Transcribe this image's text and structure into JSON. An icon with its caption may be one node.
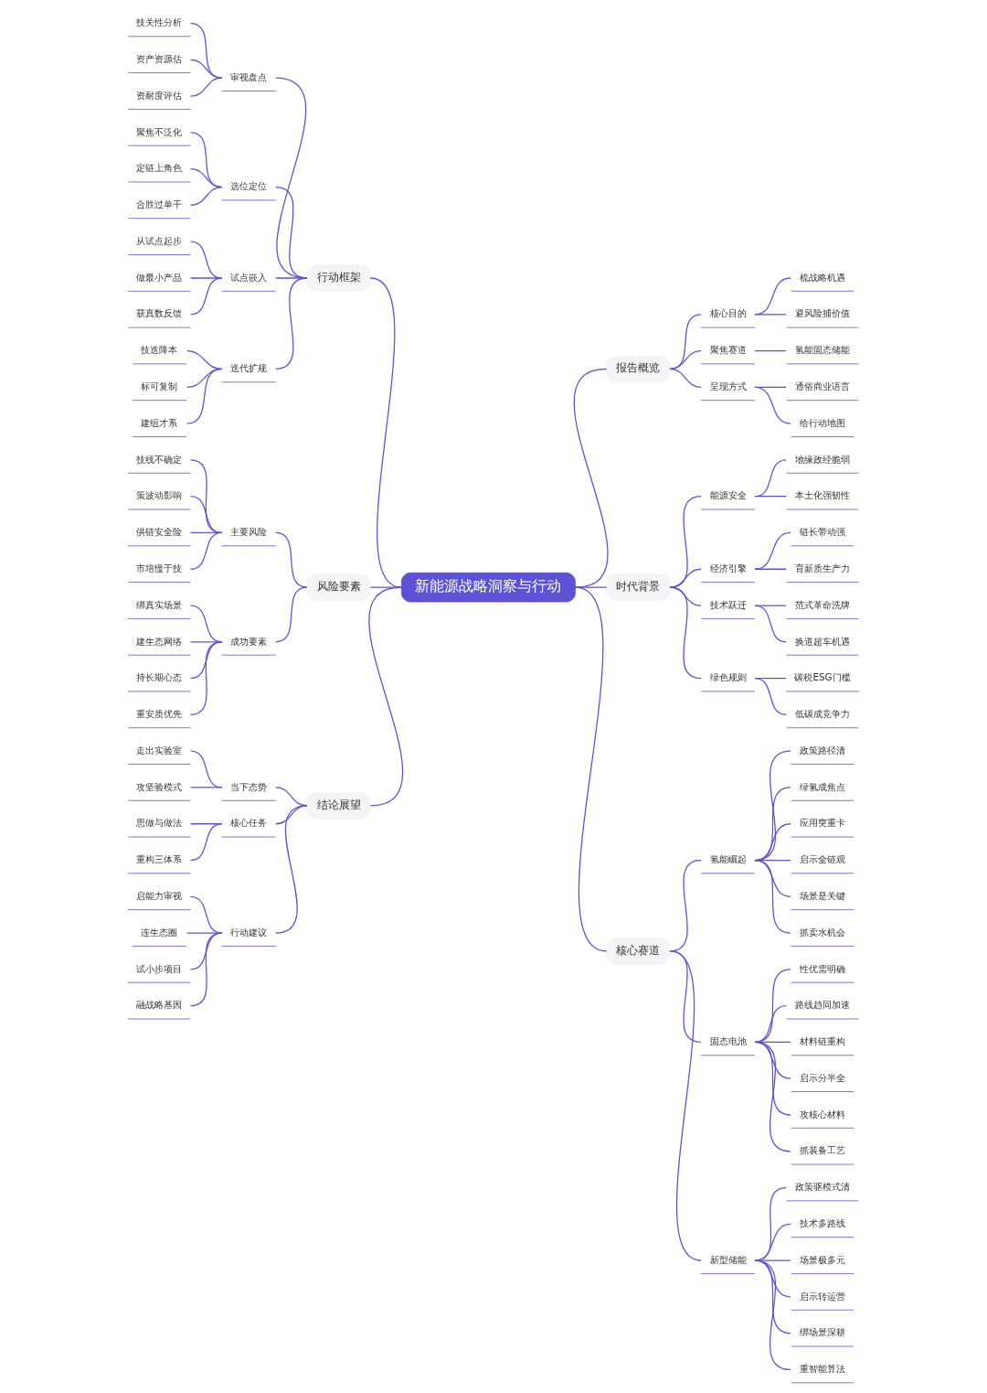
{
  "diagram": {
    "nodes": [
      {
        "text": [
          "新能源战略洞察与行动"
        ]
      },
      {
        "text": [
          "行动框架"
        ]
      },
      {
        "text": [
          "审视盘点"
        ]
      },
      {
        "text": [
          "技关性分析"
        ]
      },
      {
        "text": [
          "资产资源估"
        ]
      },
      {
        "text": [
          "资耐度评估"
        ]
      },
      {
        "text": [
          "选位定位"
        ]
      },
      {
        "text": [
          "聚焦不泛化"
        ]
      },
      {
        "text": [
          "定链上角色"
        ]
      },
      {
        "text": [
          "合胜过单干"
        ]
      },
      {
        "text": [
          "试点嵌入"
        ]
      },
      {
        "text": [
          "从试点起步"
        ]
      },
      {
        "text": [
          "做最小产品"
        ]
      },
      {
        "text": [
          "获真数反馈"
        ]
      },
      {
        "text": [
          "迭代扩规"
        ]
      },
      {
        "text": [
          "技迭降本"
        ]
      },
      {
        "text": [
          "标可复制"
        ]
      },
      {
        "text": [
          "建组才系"
        ]
      },
      {
        "text": [
          "风险要素"
        ]
      },
      {
        "text": [
          "主要风险"
        ]
      },
      {
        "text": [
          "技线不确定"
        ]
      },
      {
        "text": [
          "策波动影响"
        ]
      },
      {
        "text": [
          "供链安全险"
        ]
      },
      {
        "text": [
          "市培慢于技"
        ]
      },
      {
        "text": [
          "成功要素"
        ]
      },
      {
        "text": [
          "绑真实场景"
        ]
      },
      {
        "text": [
          "建生态网络"
        ]
      },
      {
        "text": [
          "持长期心态"
        ]
      },
      {
        "text": [
          "重安质优先"
        ]
      },
      {
        "text": [
          "结论展望"
        ]
      },
      {
        "text": [
          "当下态势"
        ]
      },
      {
        "text": [
          "走出实验室"
        ]
      },
      {
        "text": [
          "攻坚验模式"
        ]
      },
      {
        "text": [
          "核心任务"
        ]
      },
      {
        "text": [
          "思做与做法"
        ]
      },
      {
        "text": [
          "重构三体系"
        ]
      },
      {
        "text": [
          "行动建议"
        ]
      },
      {
        "text": [
          "启能力审视"
        ]
      },
      {
        "text": [
          "连生态圈"
        ]
      },
      {
        "text": [
          "试小步项目"
        ]
      },
      {
        "text": [
          "融战略基因"
        ]
      },
      {
        "text": [
          "报告概览"
        ]
      },
      {
        "text": [
          "核心目的"
        ]
      },
      {
        "text": [
          "梳战略机遇"
        ]
      },
      {
        "text": [
          "避风险捕价值"
        ]
      },
      {
        "text": [
          "聚焦赛道"
        ]
      },
      {
        "text": [
          "氢能固态储能"
        ]
      },
      {
        "text": [
          "呈现方式"
        ]
      },
      {
        "text": [
          "通俗商业语言"
        ]
      },
      {
        "text": [
          "给行动地图"
        ]
      },
      {
        "text": [
          "时代背景"
        ]
      },
      {
        "text": [
          "能源安全"
        ]
      },
      {
        "text": [
          "地缘政经脆弱"
        ]
      },
      {
        "text": [
          "本土化强韧性"
        ]
      },
      {
        "text": [
          "经济引擎"
        ]
      },
      {
        "text": [
          "链长带动强"
        ]
      },
      {
        "text": [
          "育新质生产力"
        ]
      },
      {
        "text": [
          "技术跃迁"
        ]
      },
      {
        "text": [
          "范式革命洗牌"
        ]
      },
      {
        "text": [
          "换道超车机遇"
        ]
      },
      {
        "text": [
          "绿色规则"
        ]
      },
      {
        "text": [
          "碳税ESG门槛"
        ]
      },
      {
        "text": [
          "低碳成竞争力"
        ]
      },
      {
        "text": [
          "核心赛道"
        ]
      },
      {
        "text": [
          "氢能崛起"
        ]
      },
      {
        "text": [
          "政策路径清"
        ]
      },
      {
        "text": [
          "绿氢成焦点"
        ]
      },
      {
        "text": [
          "应用突重卡"
        ]
      },
      {
        "text": [
          "启示全链观"
        ]
      },
      {
        "text": [
          "场景是关键"
        ]
      },
      {
        "text": [
          "抓卖水机会"
        ]
      },
      {
        "text": [
          "固态电池"
        ]
      },
      {
        "text": [
          "性优需明确"
        ]
      },
      {
        "text": [
          "路线趋同加速"
        ]
      },
      {
        "text": [
          "材料链重构"
        ]
      },
      {
        "text": [
          "启示分半全"
        ]
      },
      {
        "text": [
          "攻核心材料"
        ]
      },
      {
        "text": [
          "抓装备工艺"
        ]
      },
      {
        "text": [
          "新型储能"
        ]
      },
      {
        "text": [
          "政策驱模式清"
        ]
      },
      {
        "text": [
          "技术多路线"
        ]
      },
      {
        "text": [
          "场景极多元"
        ]
      },
      {
        "text": [
          "启示转运营"
        ]
      },
      {
        "text": [
          "绑场景深耕"
        ]
      },
      {
        "text": [
          "重智能算法"
        ]
      }
    ],
    "edges": [
      {
        "from": 0,
        "to": 1,
        "arrow": "none"
      },
      {
        "from": 1,
        "to": 2,
        "arrow": "none"
      },
      {
        "from": 2,
        "to": 3,
        "arrow": "none"
      },
      {
        "from": 2,
        "to": 4,
        "arrow": "none"
      },
      {
        "from": 2,
        "to": 5,
        "arrow": "none"
      },
      {
        "from": 1,
        "to": 6,
        "arrow": "none"
      },
      {
        "from": 6,
        "to": 7,
        "arrow": "none"
      },
      {
        "from": 6,
        "to": 8,
        "arrow": "none"
      },
      {
        "from": 6,
        "to": 9,
        "arrow": "none"
      },
      {
        "from": 1,
        "to": 10,
        "arrow": "none"
      },
      {
        "from": 10,
        "to": 11,
        "arrow": "none"
      },
      {
        "from": 10,
        "to": 12,
        "arrow": "none"
      },
      {
        "from": 10,
        "to": 13,
        "arrow": "none"
      },
      {
        "from": 1,
        "to": 14,
        "arrow": "none"
      },
      {
        "from": 14,
        "to": 15,
        "arrow": "none"
      },
      {
        "from": 14,
        "to": 16,
        "arrow": "none"
      },
      {
        "from": 14,
        "to": 17,
        "arrow": "none"
      },
      {
        "from": 0,
        "to": 18,
        "arrow": "none"
      },
      {
        "from": 18,
        "to": 19,
        "arrow": "none"
      },
      {
        "from": 19,
        "to": 20,
        "arrow": "none"
      },
      {
        "from": 19,
        "to": 21,
        "arrow": "none"
      },
      {
        "from": 19,
        "to": 22,
        "arrow": "none"
      },
      {
        "from": 19,
        "to": 23,
        "arrow": "none"
      },
      {
        "from": 18,
        "to": 24,
        "arrow": "none"
      },
      {
        "from": 24,
        "to": 25,
        "arrow": "none"
      },
      {
        "from": 24,
        "to": 26,
        "arrow": "none"
      },
      {
        "from": 24,
        "to": 27,
        "arrow": "none"
      },
      {
        "from": 24,
        "to": 28,
        "arrow": "none"
      },
      {
        "from": 0,
        "to": 29,
        "arrow": "none"
      },
      {
        "from": 29,
        "to": 30,
        "arrow": "none"
      },
      {
        "from": 30,
        "to": 31,
        "arrow": "none"
      },
      {
        "from": 30,
        "to": 32,
        "arrow": "none"
      },
      {
        "from": 29,
        "to": 33,
        "arrow": "none"
      },
      {
        "from": 33,
        "to": 34,
        "arrow": "none"
      },
      {
        "from": 33,
        "to": 35,
        "arrow": "none"
      },
      {
        "from": 29,
        "to": 36,
        "arrow": "none"
      },
      {
        "from": 36,
        "to": 37,
        "arrow": "none"
      },
      {
        "from": 36,
        "to": 38,
        "arrow": "none"
      },
      {
        "from": 36,
        "to": 39,
        "arrow": "none"
      },
      {
        "from": 36,
        "to": 40,
        "arrow": "none"
      },
      {
        "from": 0,
        "to": 41,
        "arrow": "none"
      },
      {
        "from": 41,
        "to": 42,
        "arrow": "none"
      },
      {
        "from": 42,
        "to": 43,
        "arrow": "none"
      },
      {
        "from": 42,
        "to": 44,
        "arrow": "none"
      },
      {
        "from": 41,
        "to": 45,
        "arrow": "none"
      },
      {
        "from": 45,
        "to": 46,
        "arrow": "none"
      },
      {
        "from": 41,
        "to": 47,
        "arrow": "none"
      },
      {
        "from": 47,
        "to": 48,
        "arrow": "none"
      },
      {
        "from": 47,
        "to": 49,
        "arrow": "none"
      },
      {
        "from": 0,
        "to": 50,
        "arrow": "none"
      },
      {
        "from": 50,
        "to": 51,
        "arrow": "none"
      },
      {
        "from": 51,
        "to": 52,
        "arrow": "none"
      },
      {
        "from": 51,
        "to": 53,
        "arrow": "none"
      },
      {
        "from": 50,
        "to": 54,
        "arrow": "none"
      },
      {
        "from": 54,
        "to": 55,
        "arrow": "none"
      },
      {
        "from": 54,
        "to": 56,
        "arrow": "none"
      },
      {
        "from": 50,
        "to": 57,
        "arrow": "none"
      },
      {
        "from": 57,
        "to": 58,
        "arrow": "none"
      },
      {
        "from": 57,
        "to": 59,
        "arrow": "none"
      },
      {
        "from": 50,
        "to": 60,
        "arrow": "none"
      },
      {
        "from": 60,
        "to": 61,
        "arrow": "none"
      },
      {
        "from": 60,
        "to": 62,
        "arrow": "none"
      },
      {
        "from": 0,
        "to": 63,
        "arrow": "none"
      },
      {
        "from": 63,
        "to": 64,
        "arrow": "none"
      },
      {
        "from": 64,
        "to": 65,
        "arrow": "none"
      },
      {
        "from": 64,
        "to": 66,
        "arrow": "none"
      },
      {
        "from": 64,
        "to": 67,
        "arrow": "none"
      },
      {
        "from": 64,
        "to": 68,
        "arrow": "none"
      },
      {
        "from": 64,
        "to": 69,
        "arrow": "none"
      },
      {
        "from": 64,
        "to": 70,
        "arrow": "none"
      },
      {
        "from": 63,
        "to": 71,
        "arrow": "none"
      },
      {
        "from": 71,
        "to": 72,
        "arrow": "none"
      },
      {
        "from": 71,
        "to": 73,
        "arrow": "none"
      },
      {
        "from": 71,
        "to": 74,
        "arrow": "none"
      },
      {
        "from": 71,
        "to": 75,
        "arrow": "none"
      },
      {
        "from": 71,
        "to": 76,
        "arrow": "none"
      },
      {
        "from": 71,
        "to": 77,
        "arrow": "none"
      },
      {
        "from": 63,
        "to": 78,
        "arrow": "none"
      },
      {
        "from": 78,
        "to": 79,
        "arrow": "none"
      },
      {
        "from": 78,
        "to": 80,
        "arrow": "none"
      },
      {
        "from": 78,
        "to": 81,
        "arrow": "none"
      },
      {
        "from": 78,
        "to": 82,
        "arrow": "none"
      },
      {
        "from": 78,
        "to": 83,
        "arrow": "none"
      },
      {
        "from": 78,
        "to": 84,
        "arrow": "none"
      }
    ]
  }
}
